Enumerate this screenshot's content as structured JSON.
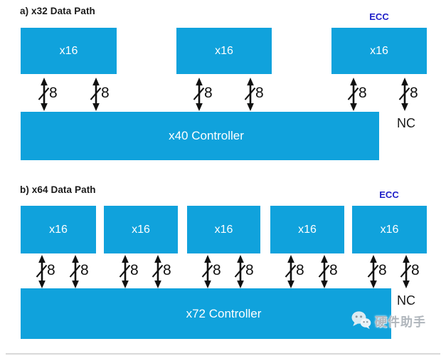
{
  "colors": {
    "box_fill": "#10A2DC",
    "box_text": "#FFFFFF",
    "ecc_text": "#1E1EC8",
    "diagram_text": "#1A1A1A",
    "watermark_text": "#B0B6BC"
  },
  "sections": [
    {
      "heading": "a) x32 Data Path",
      "ecc_label": "ECC",
      "boxes": [
        {
          "label": "x16"
        },
        {
          "label": "x16"
        },
        {
          "label": "x16"
        }
      ],
      "bus_labels": [
        "8",
        "8",
        "8",
        "8",
        "8",
        "8"
      ],
      "controller": {
        "label": "x40 Controller"
      },
      "nc_label": "NC"
    },
    {
      "heading": "b) x64 Data Path",
      "ecc_label": "ECC",
      "boxes": [
        {
          "label": "x16"
        },
        {
          "label": "x16"
        },
        {
          "label": "x16"
        },
        {
          "label": "x16"
        },
        {
          "label": "x16"
        }
      ],
      "bus_labels": [
        "8",
        "8",
        "8",
        "8",
        "8",
        "8",
        "8",
        "8",
        "8",
        "8"
      ],
      "controller": {
        "label": "x72 Controller"
      },
      "nc_label": "NC"
    }
  ],
  "watermark": {
    "icon": "wechat-icon",
    "text": "硬件助手"
  }
}
